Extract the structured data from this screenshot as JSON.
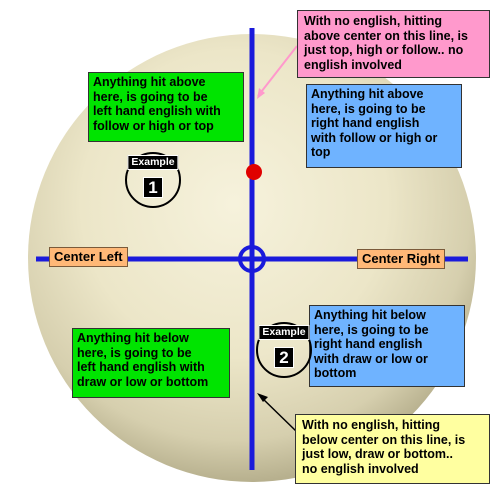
{
  "colors": {
    "background": "#ffffff",
    "ball": "#ece6c8",
    "axis_lines": "#1a1adb",
    "strike_point": "#e00000",
    "green_note": "#00e400",
    "blue_note": "#6fb3ff",
    "pink_note": "#ff99cc",
    "yellow_note": "#ffffa0",
    "center_label": "#ffb877"
  },
  "labels": {
    "center_left": "Center Left",
    "center_right": "Center Right"
  },
  "notes": {
    "top_left": "Anything hit above\nhere, is going to be\nleft hand english with\nfollow or high or top",
    "top_right": "Anything hit above\nhere, is going to be\nright hand english\nwith follow or high or\ntop",
    "bottom_left": "Anything hit below\nhere, is going to be\nleft hand english with\ndraw or low or bottom",
    "bottom_right": "Anything hit below\nhere, is going to be\nright hand english\nwith draw or low or\nbottom",
    "top_center": "With no english, hitting\nabove center on this line, is\njust top, high or follow.. no\nenglish involved",
    "bottom_center": "With no english, hitting\nbelow center on this line, is\njust low, draw or bottom..\nno english involved"
  },
  "examples": [
    {
      "tag": "Example",
      "number": "1"
    },
    {
      "tag": "Example",
      "number": "2"
    }
  ]
}
